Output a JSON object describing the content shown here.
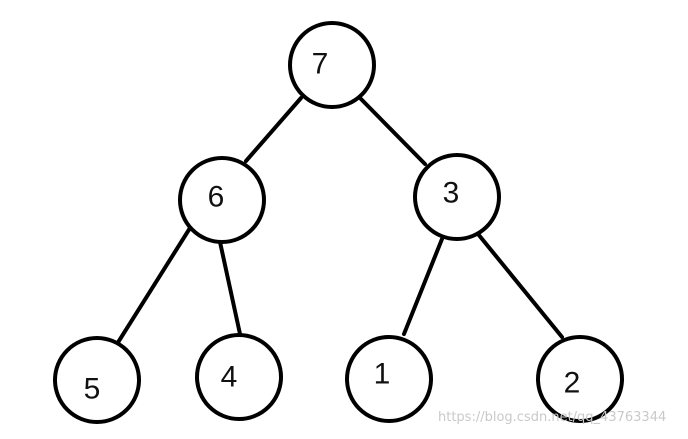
{
  "tree": {
    "nodes": [
      {
        "id": "n7",
        "label": "7"
      },
      {
        "id": "n6",
        "label": "6"
      },
      {
        "id": "n3",
        "label": "3"
      },
      {
        "id": "n5",
        "label": "5"
      },
      {
        "id": "n4",
        "label": "4"
      },
      {
        "id": "n1",
        "label": "1"
      },
      {
        "id": "n2",
        "label": "2"
      }
    ],
    "edges": [
      [
        "n7",
        "n6"
      ],
      [
        "n7",
        "n3"
      ],
      [
        "n6",
        "n5"
      ],
      [
        "n6",
        "n4"
      ],
      [
        "n3",
        "n1"
      ],
      [
        "n3",
        "n2"
      ]
    ]
  },
  "watermark": "https://blog.csdn.net/qq_43763344"
}
